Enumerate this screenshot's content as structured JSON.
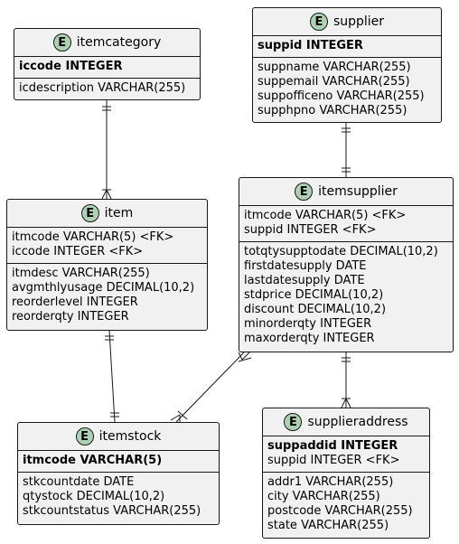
{
  "entities": {
    "itemcategory": {
      "badge": "E",
      "name": "itemcategory",
      "keys": [
        "iccode INTEGER"
      ],
      "attributes": [
        "icdescription VARCHAR(255)"
      ]
    },
    "supplier": {
      "badge": "E",
      "name": "supplier",
      "keys": [
        "suppid INTEGER"
      ],
      "attributes": [
        "suppname VARCHAR(255)",
        "suppemail VARCHAR(255)",
        "suppofficeno VARCHAR(255)",
        "supphpno VARCHAR(255)"
      ]
    },
    "item": {
      "badge": "E",
      "name": "item",
      "keys": [
        "itmcode VARCHAR(5) <FK>",
        "iccode INTEGER <FK>"
      ],
      "attributes": [
        "itmdesc VARCHAR(255)",
        "avgmthlyusage DECIMAL(10,2)",
        "reorderlevel INTEGER",
        "reorderqty INTEGER"
      ]
    },
    "itemsupplier": {
      "badge": "E",
      "name": "itemsupplier",
      "keys": [
        "itmcode VARCHAR(5) <FK>",
        "suppid INTEGER <FK>"
      ],
      "attributes": [
        "totqtysupptodate DECIMAL(10,2)",
        "firstdatesupply DATE",
        "lastdatesupply DATE",
        "stdprice DECIMAL(10,2)",
        "discount DECIMAL(10,2)",
        "minorderqty INTEGER",
        "maxorderqty INTEGER"
      ]
    },
    "itemstock": {
      "badge": "E",
      "name": "itemstock",
      "keys": [
        "itmcode VARCHAR(5)"
      ],
      "attributes": [
        "stkcountdate DATE",
        "qtystock DECIMAL(10,2)",
        "stkcountstatus VARCHAR(255)"
      ]
    },
    "supplieraddress": {
      "badge": "E",
      "name": "supplieraddress",
      "keys": [
        "suppaddid INTEGER",
        "suppid INTEGER <FK>"
      ],
      "attributes": [
        "addr1 VARCHAR(255)",
        "city VARCHAR(255)",
        "postcode VARCHAR(255)",
        "state VARCHAR(255)"
      ]
    }
  },
  "relationships": [
    {
      "from": "itemcategory",
      "to": "item",
      "from_end": "one",
      "to_end": "one-or-many"
    },
    {
      "from": "supplier",
      "to": "itemsupplier",
      "from_end": "one",
      "to_end": "one"
    },
    {
      "from": "item",
      "to": "itemstock",
      "from_end": "one",
      "to_end": "one"
    },
    {
      "from": "itemsupplier",
      "to": "itemstock",
      "from_end": "one-or-many",
      "to_end": "one-or-many"
    },
    {
      "from": "itemsupplier",
      "to": "supplieraddress",
      "from_end": "one",
      "to_end": "one-or-many"
    }
  ],
  "colors": {
    "entity_fill": "#f1f1f1",
    "border": "#181818",
    "badge_fill": "#add1b2"
  }
}
